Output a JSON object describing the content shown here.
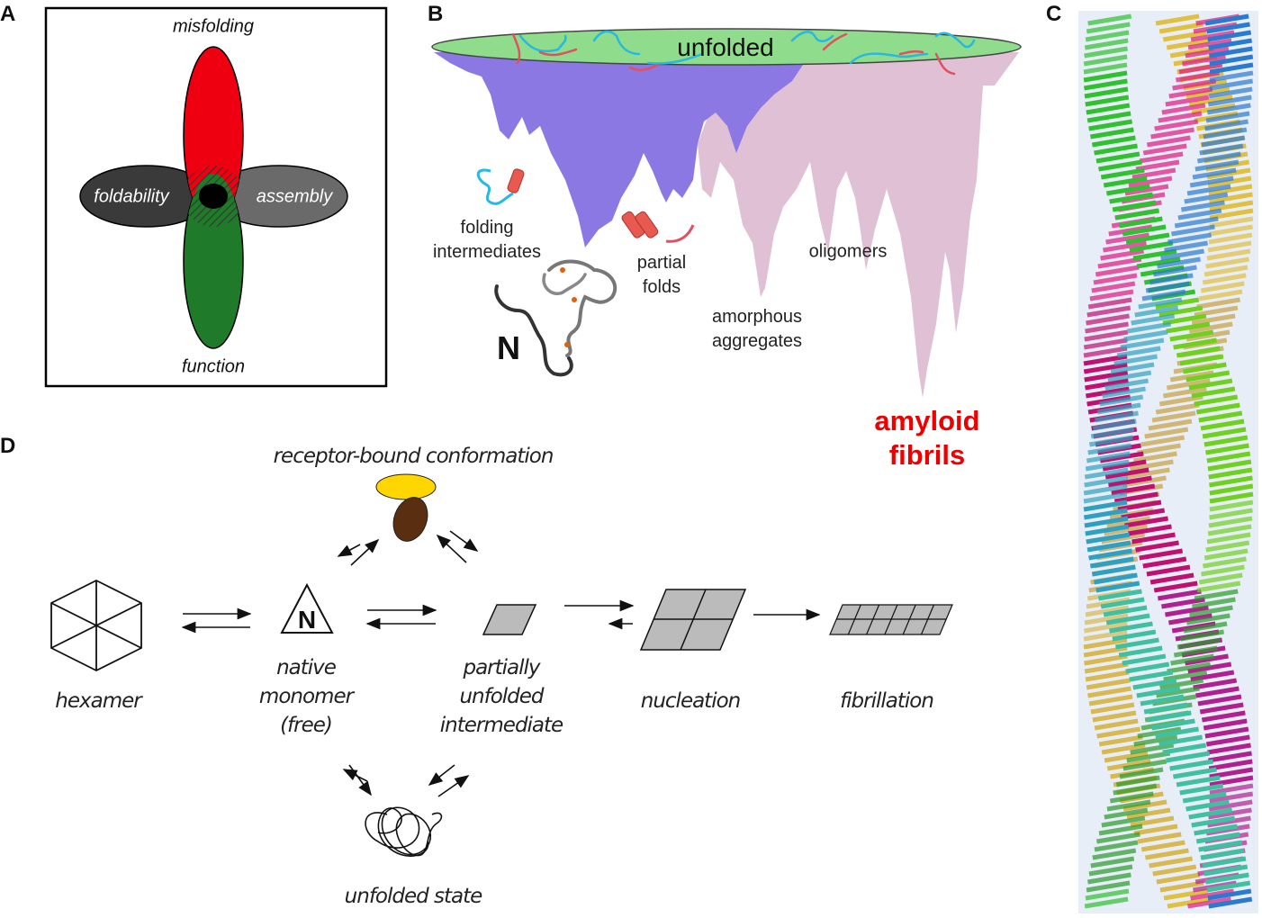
{
  "panels": {
    "a": "A",
    "b": "B",
    "c": "C",
    "d": "D"
  },
  "panel_a": {
    "top": "misfolding",
    "bottom": "function",
    "left": "foldability",
    "right": "assembly",
    "colors": {
      "misfolding": "#ee0010",
      "function": "#1f7a2a",
      "ovals": "#444444"
    }
  },
  "panel_b": {
    "surface": "unfolded",
    "labels": {
      "folding_1": "folding",
      "folding_2": "intermediates",
      "native": "N",
      "partial_1": "partial",
      "partial_2": "folds",
      "amorphous_1": "amorphous",
      "amorphous_2": "aggregates",
      "oligomers": "oligomers",
      "amyloid_1": "amyloid",
      "amyloid_2": "fibrils"
    },
    "colors": {
      "surface": "#8fdc8c",
      "folding": "#8c78e2",
      "aggregation": "#dfc0d4",
      "amyloid": "#ee0000"
    }
  },
  "panel_d": {
    "receptor": "receptor-bound conformation",
    "native_symbol": "N",
    "hexamer": "hexamer",
    "native_1": "native",
    "native_2": "monomer",
    "native_3": "(free)",
    "partial_1": "partially",
    "partial_2": "unfolded",
    "partial_3": "intermediate",
    "nucleation": "nucleation",
    "fibrillation": "fibrillation",
    "unfolded": "unfolded state"
  }
}
